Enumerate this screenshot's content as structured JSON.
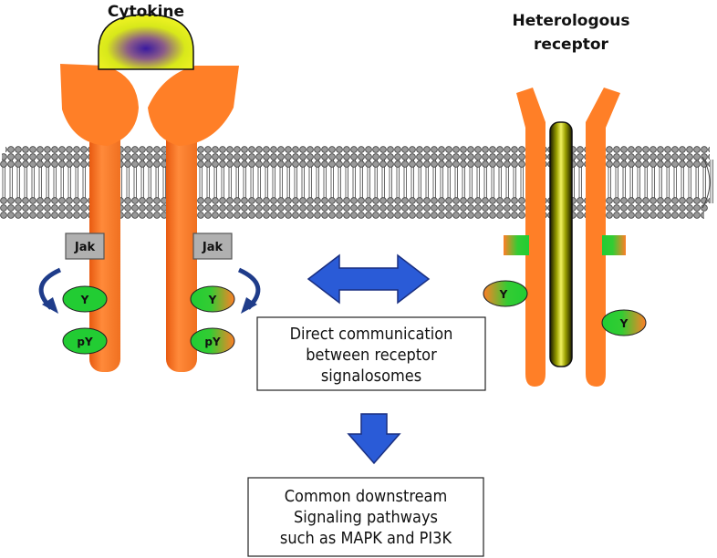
{
  "labels": {
    "cytokine": "Cytokine",
    "heterologous_line1": "Heterologous",
    "heterologous_line2": "receptor",
    "jak_left": "Jak",
    "jak_right": "Jak",
    "y_left": "Y",
    "y_right": "Y",
    "py_left": "pY",
    "py_right": "pY",
    "y_het_left": "Y",
    "y_het_right": "Y"
  },
  "communication_box": {
    "line1": "Direct communication",
    "line2": "between receptor",
    "line3": "signalosomes"
  },
  "downstream_box": {
    "line1": "Common downstream",
    "line2": "Signaling pathways",
    "line3": "such as MAPK and PI3K"
  },
  "colors": {
    "receptor_orange": "#ff7f27",
    "arrow_blue": "#2a5bd7",
    "jak_gray": "#b0b0b0",
    "y_green": "#22cc33",
    "membrane_gray": "#555555"
  }
}
